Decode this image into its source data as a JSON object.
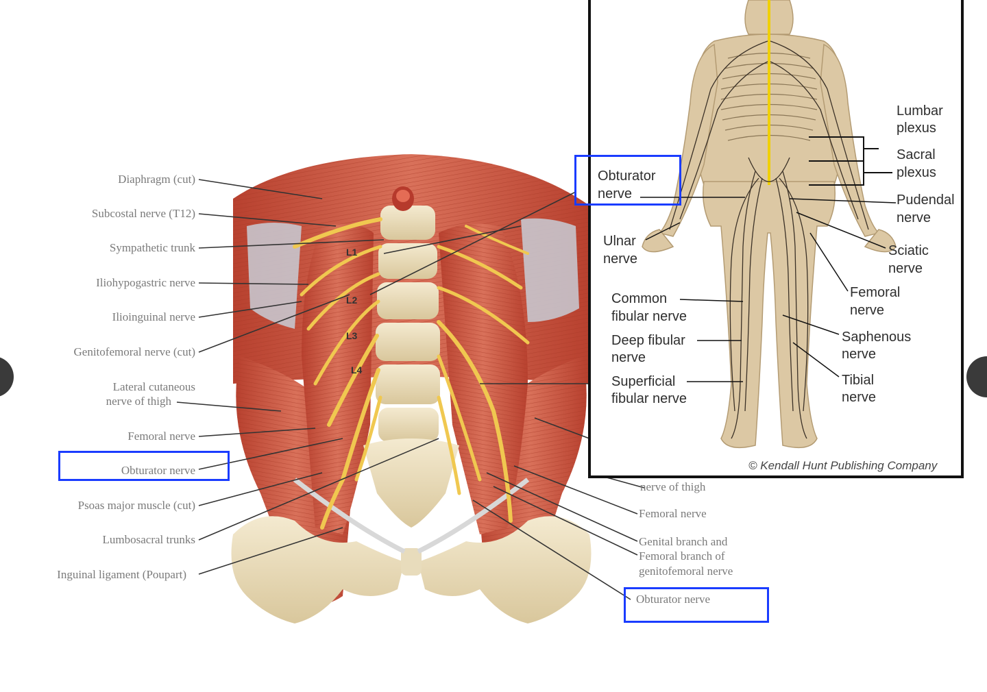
{
  "left_labels": [
    "Diaphragm (cut)",
    "Subcostal nerve (T12)",
    "Sympathetic trunk",
    "Iliohypogastric nerve",
    "Ilioinguinal nerve",
    "Genitofemoral nerve (cut)",
    "Lateral cutaneous",
    "nerve of thigh",
    "Femoral nerve",
    "Obturator nerve",
    "Psoas major muscle (cut)",
    "Lumbosacral trunks",
    "Inguinal ligament (Poupart)"
  ],
  "right_lower_labels": [
    "nerve of thigh",
    "Femoral nerve",
    "Genital branch and",
    "Femoral branch of",
    "genitofemoral nerve",
    "Obturator nerve"
  ],
  "vertebra_labels": [
    "L1",
    "L2",
    "L3",
    "L4"
  ],
  "inset": {
    "labels_left": {
      "obturator_1": "Obturator",
      "obturator_2": "nerve",
      "ulnar_1": "Ulnar",
      "ulnar_2": "nerve",
      "common_fib_1": "Common",
      "common_fib_2": "fibular nerve",
      "deep_fib_1": "Deep fibular",
      "deep_fib_2": "nerve",
      "superficial_fib_1": "Superficial",
      "superficial_fib_2": "fibular nerve"
    },
    "labels_right": {
      "lumbar_1": "Lumbar",
      "lumbar_2": "plexus",
      "sacral_1": "Sacral",
      "sacral_2": "plexus",
      "pudendal_1": "Pudendal",
      "pudendal_2": "nerve",
      "sciatic_1": "Sciatic",
      "sciatic_2": "nerve",
      "femoral_1": "Femoral",
      "femoral_2": "nerve",
      "saphenous_1": "Saphenous",
      "saphenous_2": "nerve",
      "tibial_1": "Tibial",
      "tibial_2": "nerve"
    },
    "copyright": "© Kendall Hunt Publishing Company"
  },
  "colors": {
    "highlight": "#1a3cff",
    "muscle": "#c9553f",
    "nerve": "#f0c850",
    "bone": "#ede0bd",
    "skin": "#dcc8a4"
  },
  "icons": {
    "nav_left": "nav-prev-icon",
    "nav_right": "nav-next-icon"
  }
}
